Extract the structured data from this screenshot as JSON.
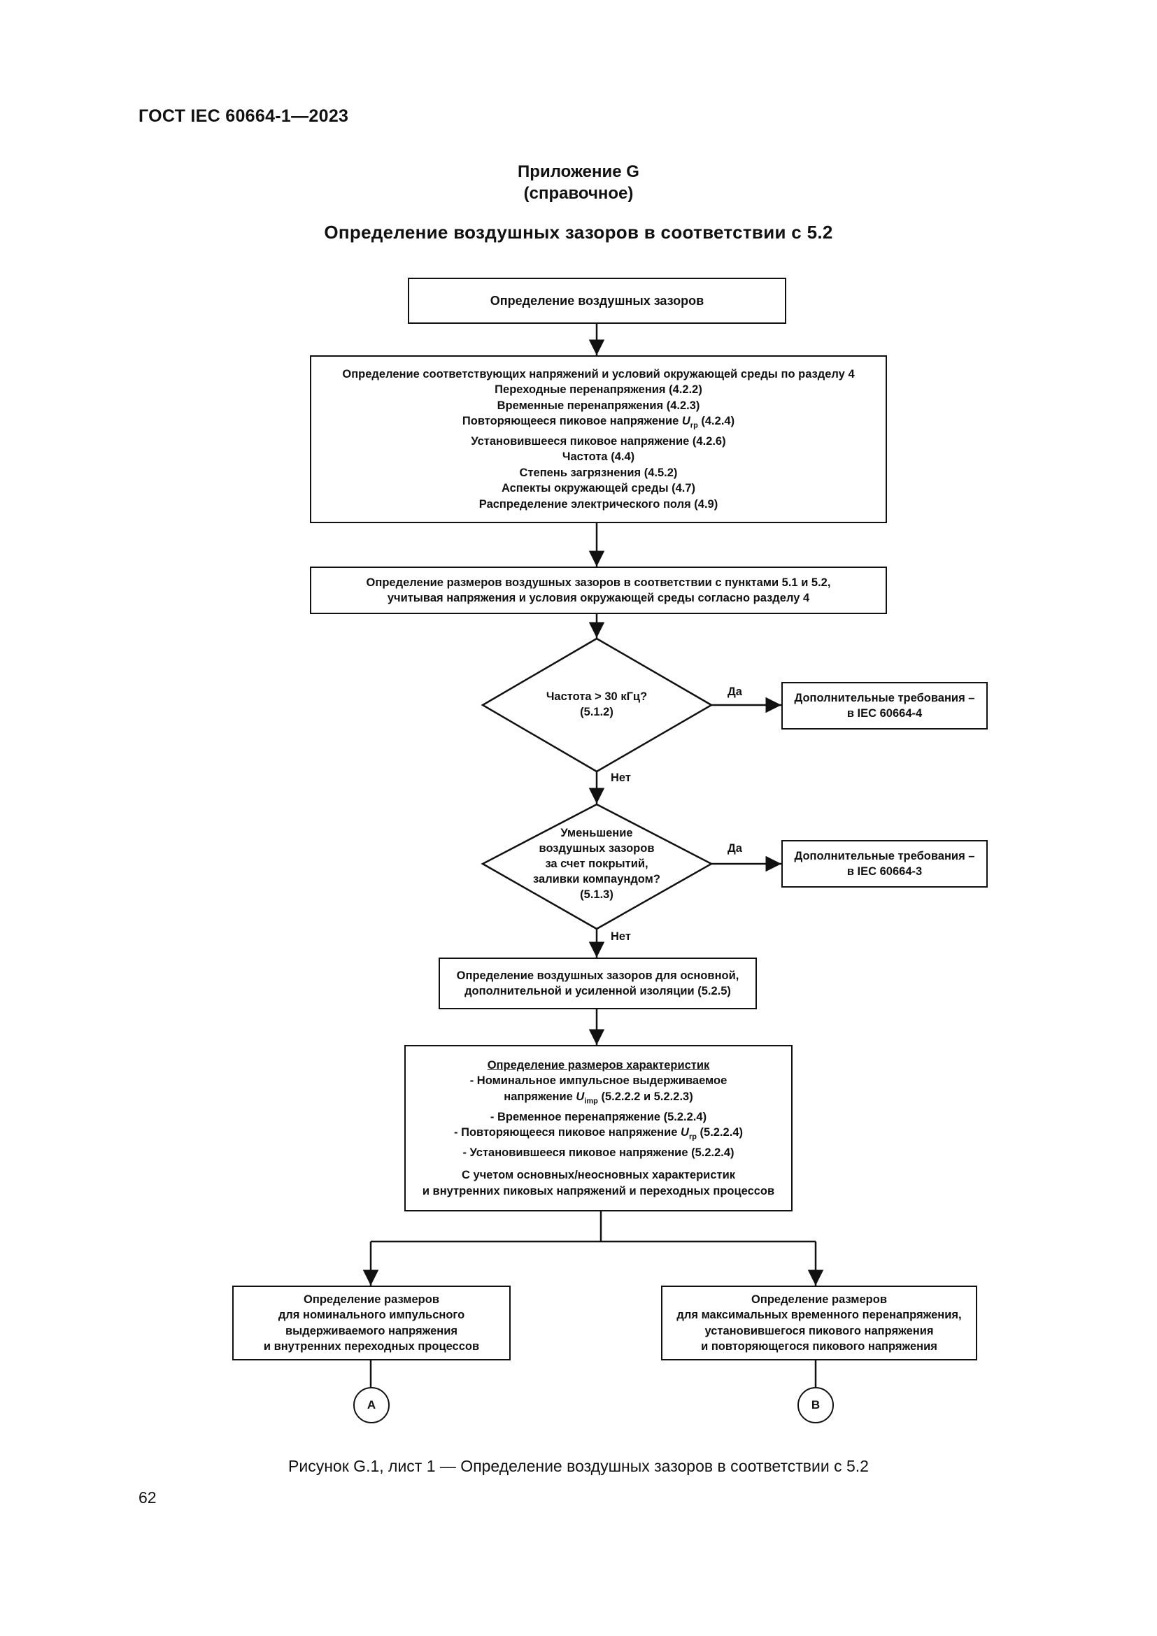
{
  "header": {
    "standard": "ГОСТ IEC 60664-1—2023"
  },
  "annex": {
    "title": "Приложение G",
    "kind": "(справочное)",
    "heading": "Определение воздушных зазоров в соответствии с 5.2"
  },
  "flow": {
    "start": "Определение воздушных зазоров",
    "step1": {
      "lead": "Определение соответствующих напряжений и условий окружающей среды по разделу 4",
      "l1": "Переходные перенапряжения (4.2.2)",
      "l2": "Временные перенапряжения (4.2.3)",
      "l3_pre": "Повторяющееся пиковое напряжение ",
      "l3_sym": "U",
      "l3_sub": "rp",
      "l3_post": " (4.2.4)",
      "l4": "Установившееся пиковое напряжение (4.2.6)",
      "l5": "Частота (4.4)",
      "l6": "Степень загрязнения (4.5.2)",
      "l7": "Аспекты окружающей среды (4.7)",
      "l8": "Распределение электрического поля (4.9)"
    },
    "step2": {
      "l1": "Определение размеров воздушных зазоров в соответствии с пунктами 5.1 и 5.2,",
      "l2": "учитывая напряжения и условия окружающей среды согласно разделу 4"
    },
    "decision1": {
      "l1": "Частота > 30 кГц?",
      "l2": "(5.1.2)",
      "yes": "Да",
      "no": "Нет"
    },
    "side1": {
      "l1": "Дополнительные требования –",
      "l2": "в IEC 60664-4"
    },
    "decision2": {
      "l1": "Уменьшение",
      "l2": "воздушных зазоров",
      "l3": "за счет покрытий,",
      "l4": "заливки компаундом?",
      "l5": "(5.1.3)",
      "yes": "Да",
      "no": "Нет"
    },
    "side2": {
      "l1": "Дополнительные требования –",
      "l2": "в IEC 60664-3"
    },
    "step3": {
      "l1": "Определение воздушных зазоров для основной,",
      "l2": "дополнительной и усиленной изоляции (5.2.5)"
    },
    "step4": {
      "title": "Определение размеров характеристик",
      "l1": "- Номинальное импульсное выдерживаемое",
      "l2_pre": "напряжение ",
      "l2_sym": "U",
      "l2_sub": "imp",
      "l2_post": " (5.2.2.2 и 5.2.2.3)",
      "l3": "- Временное перенапряжение (5.2.2.4)",
      "l4_pre": "- Повторяющееся пиковое напряжение ",
      "l4_sym": "U",
      "l4_sub": "rp",
      "l4_post": " (5.2.2.4)",
      "l5": "- Установившееся пиковое напряжение (5.2.2.4)",
      "l6": "С учетом основных/неосновных характеристик",
      "l7": "и внутренних пиковых напряжений и переходных процессов"
    },
    "leftBranch": {
      "l1": "Определение размеров",
      "l2": "для номинального импульсного",
      "l3": "выдерживаемого напряжения",
      "l4": "и внутренних переходных процессов"
    },
    "rightBranch": {
      "l1": "Определение размеров",
      "l2": "для максимальных временного перенапряжения,",
      "l3": "установившегося пикового напряжения",
      "l4": "и повторяющегося пикового напряжения"
    },
    "connectorA": "A",
    "connectorB": "B"
  },
  "caption": "Рисунок G.1, лист 1 — Определение воздушных зазоров в соответствии с 5.2",
  "page_number": "62"
}
